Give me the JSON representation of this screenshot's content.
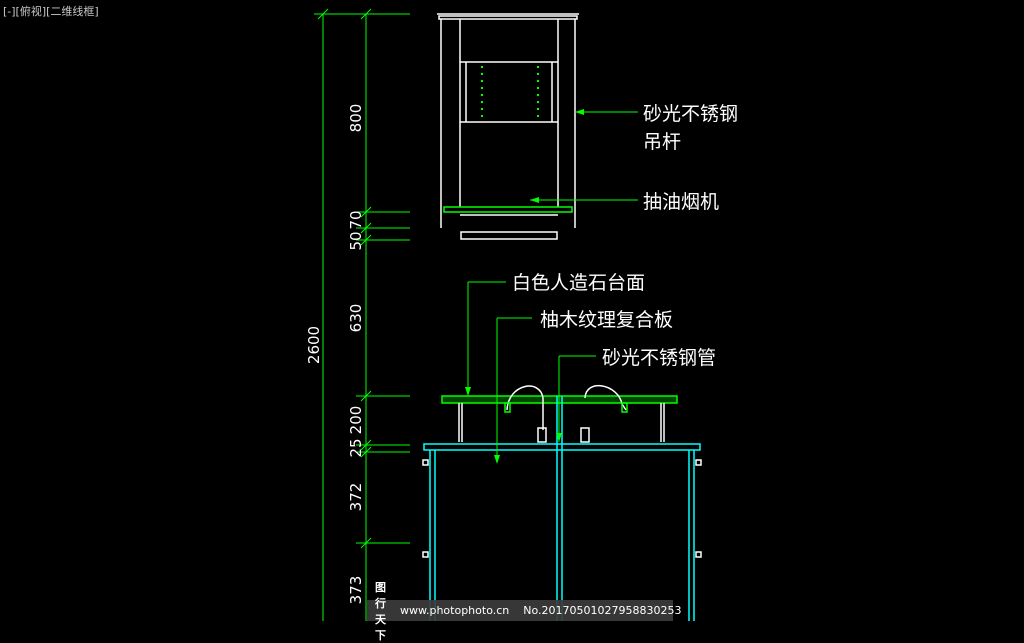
{
  "viewport": {
    "label": "[-][俯视][二维线框]"
  },
  "dimensions": {
    "overall": "2600",
    "segments": [
      "800",
      "70",
      "50",
      "630",
      "200",
      "25",
      "372",
      "373"
    ]
  },
  "annotations": [
    {
      "id": "hanging-rod",
      "lines": [
        "砂光不锈钢",
        "吊杆"
      ]
    },
    {
      "id": "range-hood",
      "lines": [
        "抽油烟机"
      ]
    },
    {
      "id": "countertop",
      "lines": [
        "白色人造石台面"
      ]
    },
    {
      "id": "panel",
      "lines": [
        "柚木纹理复合板"
      ]
    },
    {
      "id": "steel-pipe",
      "lines": [
        "砂光不锈钢管"
      ]
    }
  ],
  "watermark": {
    "site": "图行天下",
    "url": "www.photophoto.cn",
    "number": "No.20170501027958830253"
  },
  "colors": {
    "dim": "#00ff00",
    "cyan": "#00ffff",
    "white": "#ffffff",
    "background": "#000000"
  }
}
